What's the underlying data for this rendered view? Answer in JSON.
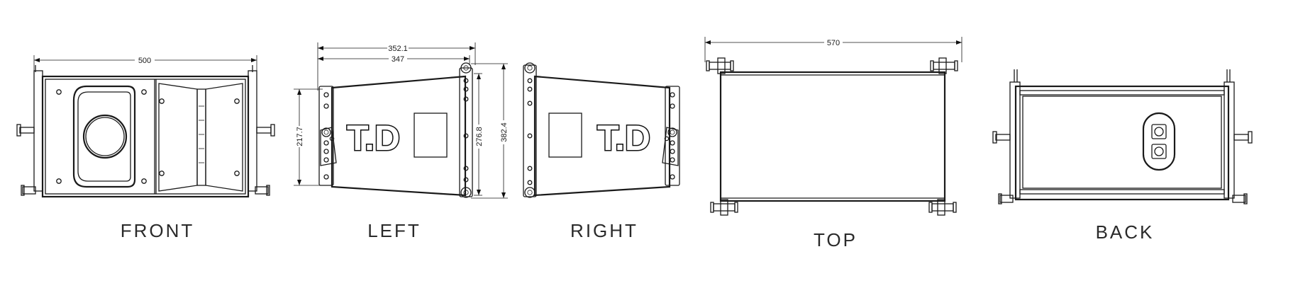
{
  "views": {
    "front": {
      "label": "FRONT",
      "width_dim": "500"
    },
    "left": {
      "label": "LEFT",
      "dim_top_outer": "352.1",
      "dim_top_inner": "347",
      "dim_left_height": "217.7",
      "dim_right_inner": "276.8",
      "dim_right_outer": "382.4",
      "logo": "T.D"
    },
    "right": {
      "label": "RIGHT",
      "logo": "T.D"
    },
    "top": {
      "label": "TOP",
      "width_dim": "570"
    },
    "back": {
      "label": "BACK"
    }
  }
}
